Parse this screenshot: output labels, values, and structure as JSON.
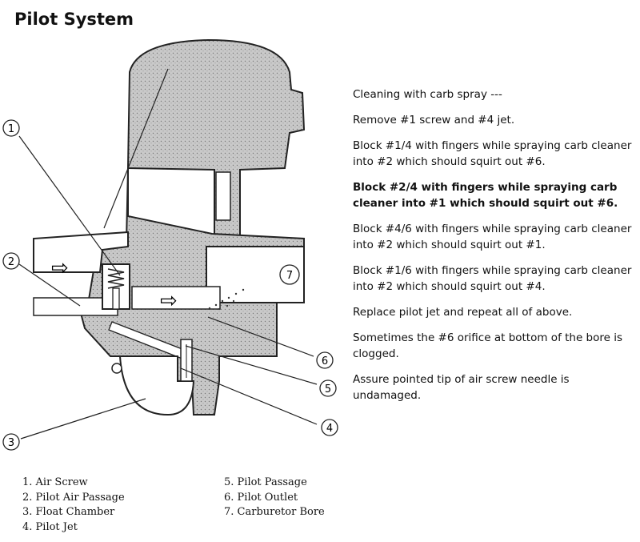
{
  "title": "Pilot System",
  "instructions": [
    {
      "text": "Cleaning with carb spray ---",
      "bold": false
    },
    {
      "text": "Remove #1 screw and #4 jet.",
      "bold": false
    },
    {
      "text": "Block #1/4 with fingers while spraying carb cleaner into #2 which should squirt out #6.",
      "bold": false
    },
    {
      "text": "Block #2/4 with fingers while spraying carb cleaner into #1 which should squirt out #6.",
      "bold": true
    },
    {
      "text": "Block #4/6 with fingers while spraying carb cleaner into #2 which should squirt out #1.",
      "bold": false
    },
    {
      "text": "Block #1/6 with fingers while spraying carb cleaner into #2 which should squirt out #4.",
      "bold": false
    },
    {
      "text": "Replace pilot jet and repeat all of above.",
      "bold": false
    },
    {
      "text": "Sometimes the #6 orifice at bottom of the bore is clogged.",
      "bold": false
    },
    {
      "text": "Assure pointed tip of air screw needle is undamaged.",
      "bold": false
    }
  ],
  "legend_left": [
    "1. Air Screw",
    "2. Pilot Air Passage",
    "3. Float Chamber",
    "4. Pilot Jet"
  ],
  "legend_right": [
    "5. Pilot Passage",
    "6. Pilot Outlet",
    "7. Carburetor Bore"
  ],
  "callouts": {
    "c1": "1",
    "c2": "2",
    "c3": "3",
    "c4": "4",
    "c5": "5",
    "c6": "6",
    "c7": "7"
  },
  "flow_arrow": "⇨"
}
